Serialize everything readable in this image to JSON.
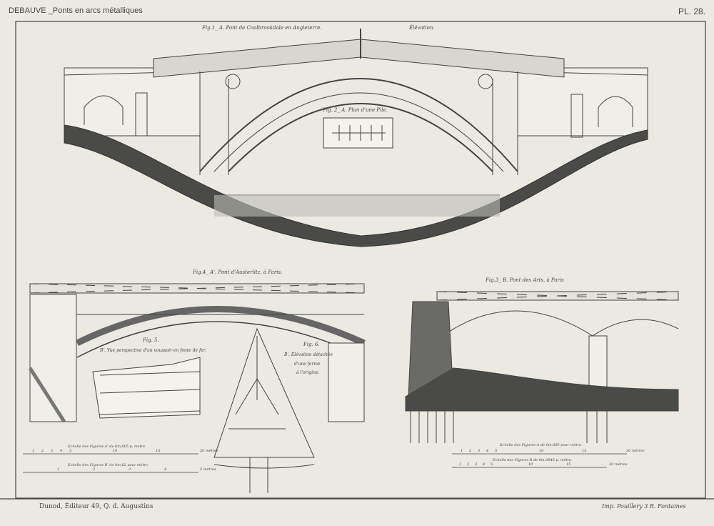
{
  "header": {
    "title": "DEBAUVE _Ponts en arcs métalliques",
    "plate_number": "PL. 28."
  },
  "figures": {
    "fig1": {
      "title": "Fig.1_ A. Pont de Coalbrookdale en Angleterre.",
      "view": "Élévation."
    },
    "fig2": {
      "title": "Fig. 2_ A. Plan d'une Pile."
    },
    "fig3": {
      "title": "Fig.3_ B. Pont des Arts, à Paris"
    },
    "fig4": {
      "title": "Fig.4_ A'. Pont d'Austerlitz, à Paris."
    },
    "fig5": {
      "title": "Fig. 5.",
      "caption": "B'. Vue perspective d'un voussoir en fonte de fer."
    },
    "fig6": {
      "title": "Fig. 6.",
      "caption_1": "B'. Élévation détachée",
      "caption_2": "d'une ferme",
      "caption_3": "à l'origine."
    }
  },
  "scales": {
    "left_a": {
      "label": "Echelle des Figures A' de 0m,005 p. mètre.",
      "ticks": [
        "1",
        "2",
        "3",
        "4",
        "5",
        "10",
        "15",
        "20 mètres"
      ]
    },
    "left_b": {
      "label": "Echelle des Figures B' de 0m,02 pour mètre.",
      "ticks": [
        "1",
        "2",
        "3",
        "4",
        "5 mètres"
      ]
    },
    "right_a": {
      "label": "Echelle des Figures A de 0m,005 pour mètre.",
      "ticks": [
        "1",
        "2",
        "3",
        "4",
        "5",
        "10",
        "15",
        "20 mètres"
      ]
    },
    "right_b": {
      "label": "Echelle des Figures B de 0m,0045 p. mètre.",
      "ticks": [
        "1",
        "2",
        "3",
        "4",
        "5",
        "10",
        "15",
        "20 mètres"
      ]
    }
  },
  "footer": {
    "publisher": "Dunod, Éditeur 49, Q. d. Augustins",
    "printer": "Imp. Pouillery 3 R. Fontaines"
  },
  "colors": {
    "paper": "#ebe9e2",
    "ink": "#3a3a3a",
    "ground": "#4a4a48"
  }
}
